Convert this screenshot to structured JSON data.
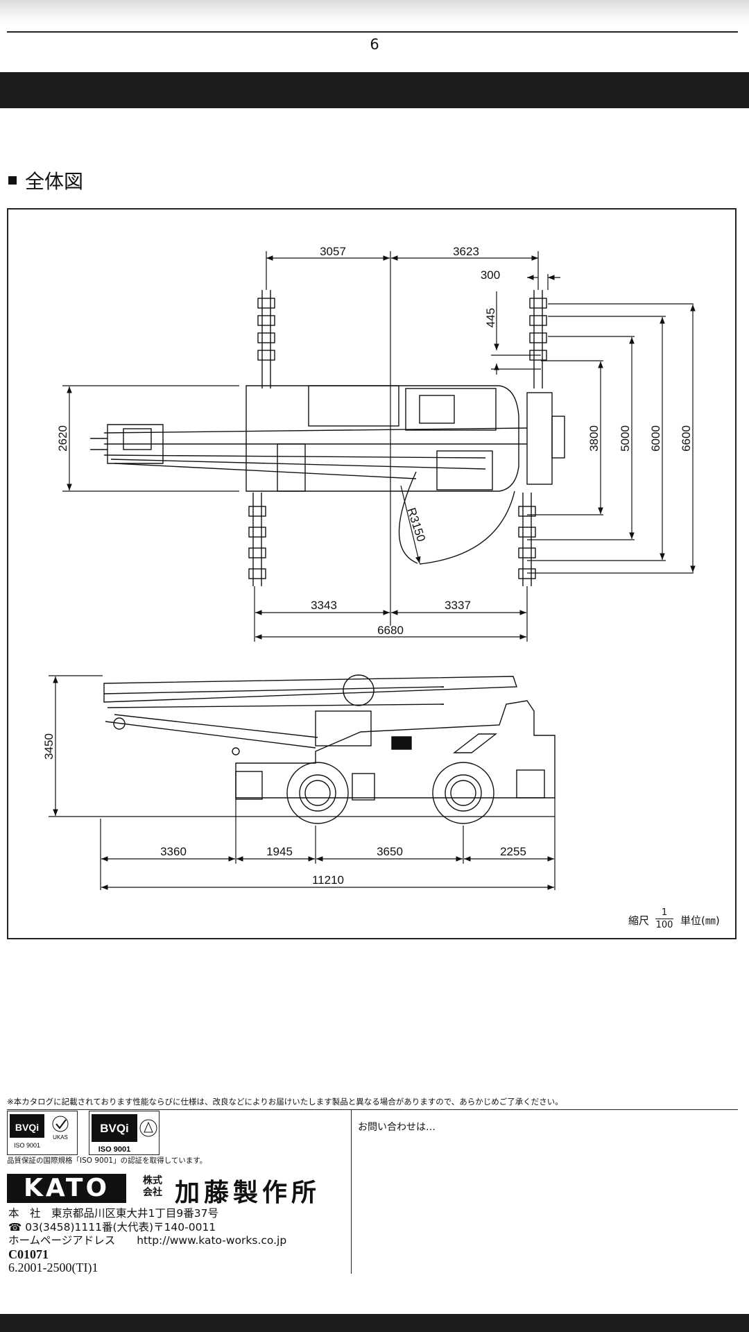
{
  "page": {
    "number": "6"
  },
  "section": {
    "title": "全体図"
  },
  "drawing": {
    "top_view": {
      "dims": [
        "3057",
        "3623",
        "300",
        "445",
        "2620",
        "3800",
        "5000",
        "6000",
        "6600",
        "R3150",
        "3343",
        "3337",
        "6680"
      ]
    },
    "side_view": {
      "dims": [
        "3450",
        "3360",
        "1945",
        "3650",
        "2255",
        "11210"
      ]
    },
    "scale_label": "縮尺",
    "scale_numerator": "1",
    "scale_denominator": "100",
    "unit_label": "単位(㎜)"
  },
  "footer": {
    "disclaimer": "※本カタログに記載されております性能ならびに仕様は、改良などによりお届けいたします製品と異なる場合がありますので、あらかじめご了承ください。",
    "contact_label": "お問い合わせは…",
    "badges": [
      {
        "top": "BVQi",
        "mid": "UKAS",
        "bottom": "ISO 9001"
      },
      {
        "top": "BVQi",
        "mid": "",
        "bottom": "ISO 9001"
      }
    ],
    "cert_note": "品質保証の国際規格「ISO 9001」の認証を取得しています。",
    "logo": "KATO",
    "company_type_1": "株式",
    "company_type_2": "会社",
    "company_name": "加藤製作所",
    "address": "本　社　東京都品川区東大井1丁目9番37号",
    "phone": "☎ 03(3458)1111番(大代表)〒140-0011",
    "website": "ホームページアドレス　　http://www.kato-works.co.jp",
    "doc_code": "C01071",
    "print_info": "6.2001-2500(TI)1"
  }
}
